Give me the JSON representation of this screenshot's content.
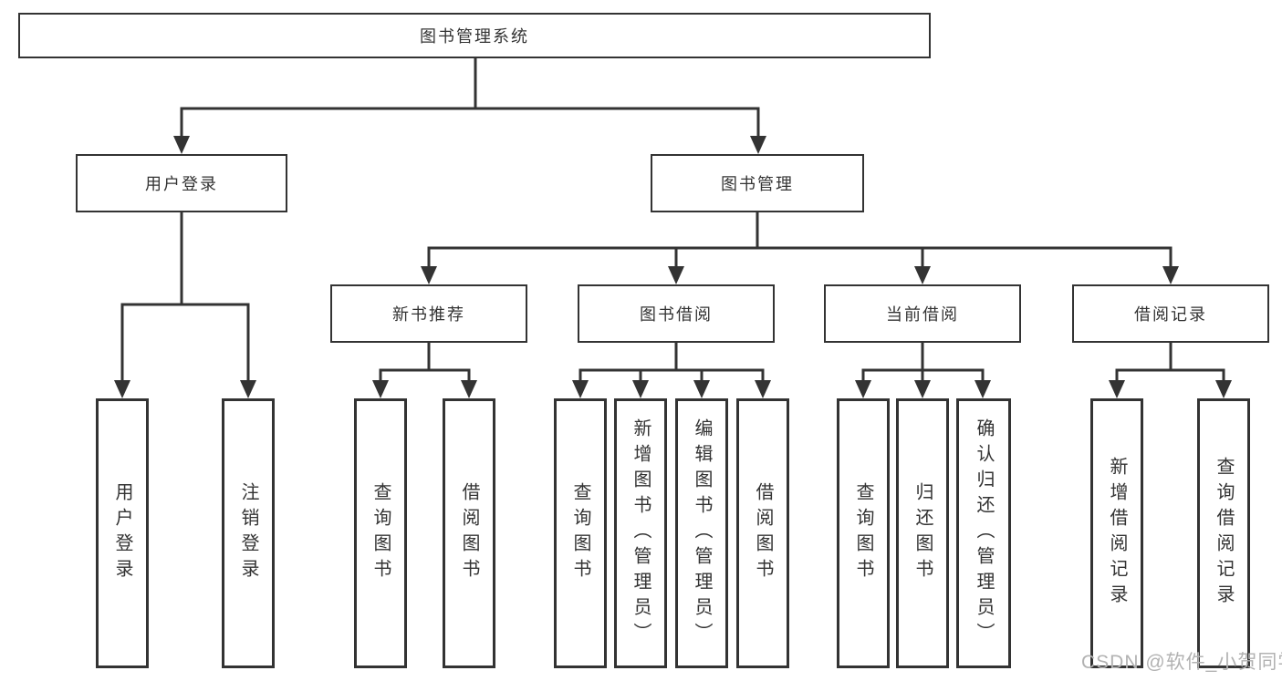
{
  "diagram": {
    "root": {
      "label": "图书管理系统"
    },
    "level2": {
      "user_login": {
        "label": "用户登录"
      },
      "book_management": {
        "label": "图书管理"
      }
    },
    "level3": {
      "new_book_recommend": {
        "label": "新书推荐"
      },
      "book_borrowing": {
        "label": "图书借阅"
      },
      "current_borrowing": {
        "label": "当前借阅"
      },
      "borrowing_records": {
        "label": "借阅记录"
      }
    },
    "leaves": {
      "user_login": {
        "label": "用户登录"
      },
      "logout": {
        "label": "注销登录"
      },
      "query_books_recommend": {
        "label": "查询图书"
      },
      "borrow_books_recommend": {
        "label": "借阅图书"
      },
      "query_books_borrowing": {
        "label": "查询图书"
      },
      "add_books_admin": {
        "label": "新增图书（管理员）"
      },
      "edit_books_admin": {
        "label": "编辑图书（管理员）"
      },
      "borrow_books_borrowing": {
        "label": "借阅图书"
      },
      "query_books_current": {
        "label": "查询图书"
      },
      "return_books": {
        "label": "归还图书"
      },
      "confirm_return_admin": {
        "label": "确认归还（管理员）"
      },
      "add_borrow_record": {
        "label": "新增借阅记录"
      },
      "query_borrow_record": {
        "label": "查询借阅记录"
      }
    },
    "colors": {
      "line": "#333333",
      "text": "#333333",
      "box_background": "#ffffff",
      "page_background": "#ffffff",
      "watermark": "#b2b2b2"
    }
  },
  "watermark": {
    "text": "CSDN @软件_小贺同学"
  }
}
